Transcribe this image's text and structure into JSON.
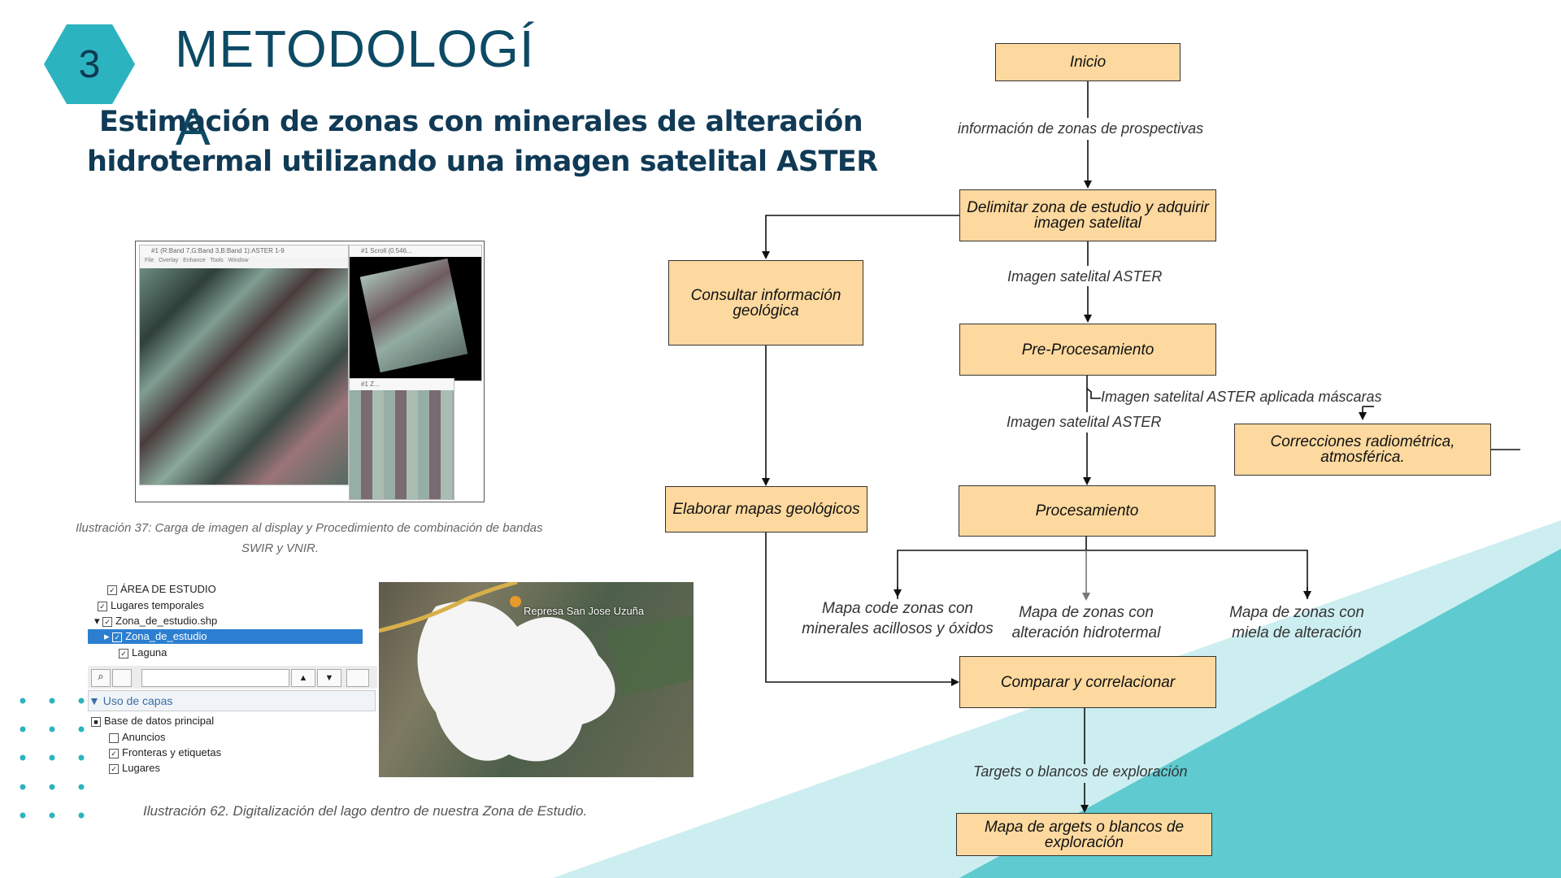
{
  "header": {
    "section_number": "3",
    "title": "METODOLOGÍ",
    "title_wrap": "A",
    "subtitle_line1": "Estimación de zonas con minerales de alteración",
    "subtitle_line2": "hidrotermal utilizando una imagen satelital ASTER"
  },
  "colors": {
    "accent_dark": "#0d4a64",
    "hexagon": "#2bb3c0",
    "teal_band": "#5ecdd2",
    "teal_light": "#c9ecee",
    "box_fill": "#fdd99f"
  },
  "figure1": {
    "window1_title": "#1 (R:Band 7,G:Band 3,B:Band 1):ASTER 1-9",
    "window1_menu": [
      "File",
      "Overlay",
      "Enhance",
      "Tools",
      "Window"
    ],
    "window2_title": "#1 Scroll (0.546...",
    "window3_title": "#1 Z...",
    "caption_line1": "Ilustración 37: Carga de imagen al display y Procedimiento de combinación de bandas",
    "caption_line2": "SWIR y VNIR."
  },
  "figure2": {
    "layers": [
      "ÁREA DE ESTUDIO",
      "Lugares temporales",
      "Zona_de_estudio.shp",
      "Zona_de_estudio",
      "Laguna"
    ],
    "section_label": "Uso de capas",
    "base_layers": [
      "Base de datos principal",
      "Anuncios",
      "Fronteras y etiquetas",
      "Lugares"
    ],
    "map_label": "Represa San Jose Uzuña",
    "caption": "Ilustración 62. Digitalización del lago dentro de nuestra Zona de Estudio."
  },
  "flowchart": {
    "nodes": {
      "inicio": "Inicio",
      "delimitar": "Delimitar zona de estudio y adquirir imagen satelital",
      "consultar": "Consultar información geológica",
      "preproc": "Pre-Procesamiento",
      "correcciones": "Correcciones radiométrica, atmosférica.",
      "elaborar": "Elaborar mapas geológicos",
      "procesamiento": "Procesamiento",
      "comparar": "Comparar y correlacionar",
      "mapa_targets": "Mapa de argets o blancos de exploración"
    },
    "labels": {
      "info_zonas": "información de zonas de prospectivas",
      "imagen_aster_1": "Imagen satelital ASTER",
      "imagen_mascaras": "Imagen satelital ASTER aplicada máscaras",
      "imagen_aster_2": "Imagen satelital ASTER",
      "mapa_arcillosos": "Mapa code zonas con minerales acillosos y óxidos",
      "mapa_hidrotermal": "Mapa de zonas con alteración hidrotermal",
      "mapa_miela": "Mapa de zonas con miela de alteración",
      "targets": "Targets o blancos de exploración"
    }
  }
}
